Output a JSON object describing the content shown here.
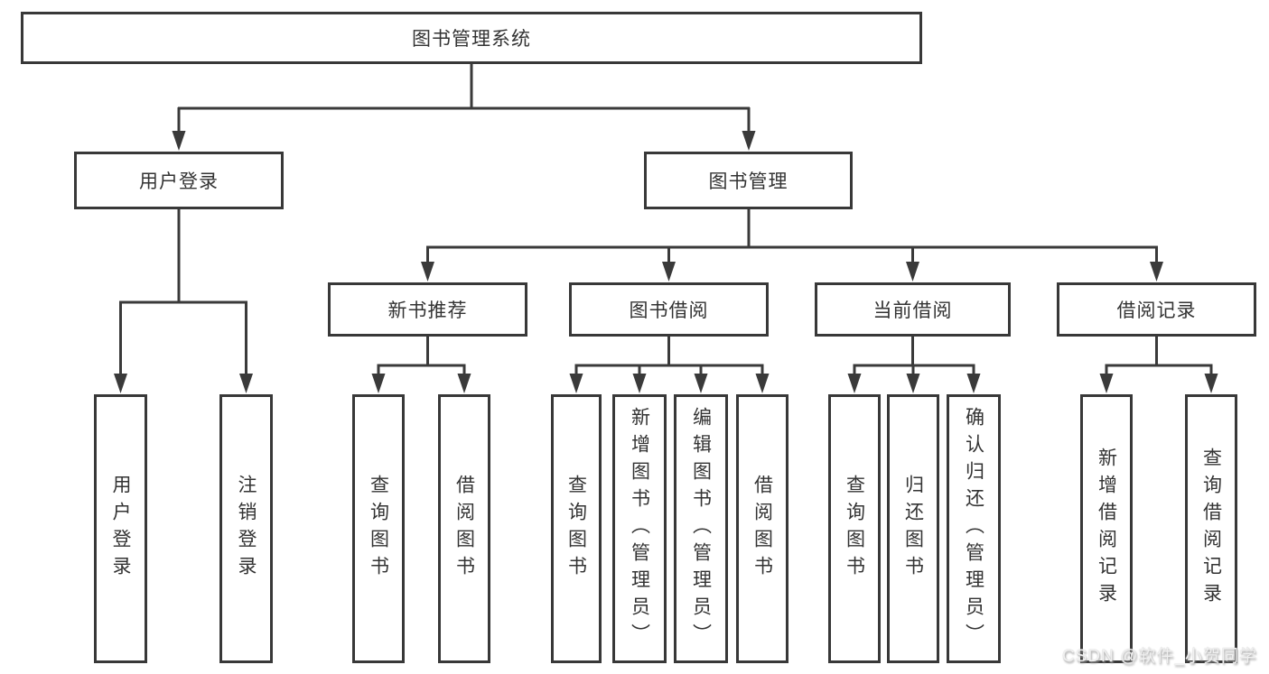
{
  "diagram_title": "图书管理系统",
  "colors": {
    "line": "#3a3a3a",
    "box_border": "#383838",
    "text": "#333333",
    "background": "#ffffff",
    "watermark_text_color": "#f0f0f0"
  },
  "watermark": {
    "text": "CSDN @软件_小贺同学"
  },
  "nodes": {
    "root": "图书管理系统",
    "level2": {
      "user_login": "用户登录",
      "book_mgmt": "图书管理"
    },
    "level3": {
      "recommend": "新书推荐",
      "borrow": "图书借阅",
      "current": "当前借阅",
      "records": "借阅记录"
    },
    "leaves": {
      "login": [
        "用户登录",
        "注销登录"
      ],
      "recommend": [
        "查询图书",
        "借阅图书"
      ],
      "borrow": [
        "查询图书",
        "新增图书（管理员）",
        "编辑图书（管理员）",
        "借阅图书"
      ],
      "current": [
        "查询图书",
        "归还图书",
        "确认归还（管理员）"
      ],
      "records": [
        "新增借阅记录",
        "查询借阅记录"
      ]
    }
  }
}
